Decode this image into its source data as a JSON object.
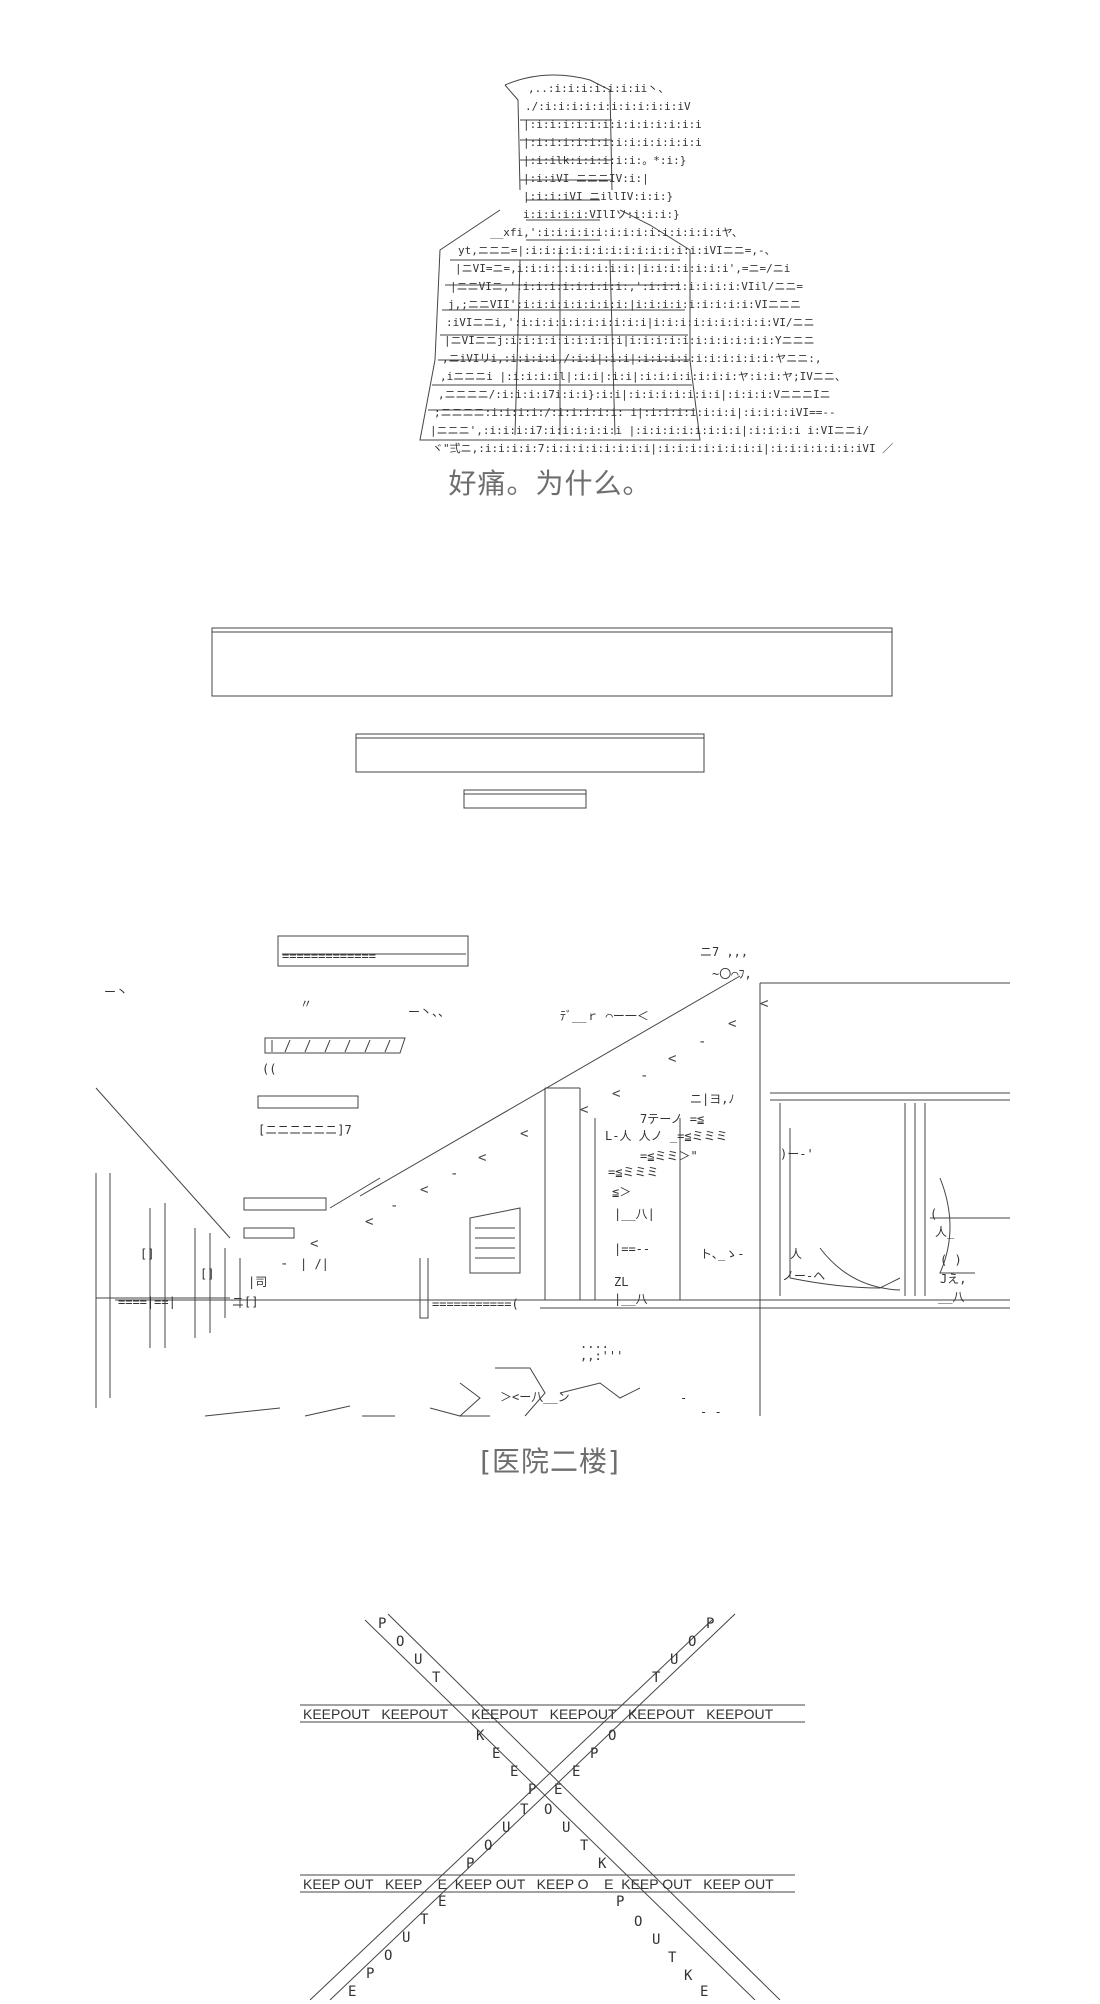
{
  "panel1": {
    "art_name": "hooded-figure-ascii-art",
    "caption": "好痛。为什么。"
  },
  "panel2": {
    "art_name": "stacked-blank-frames"
  },
  "panel3": {
    "art_name": "hospital-corridor-ascii-art",
    "caption": "[医院二楼]"
  },
  "panel4": {
    "art_name": "keep-out-tape-cross",
    "tape_top": "KEEPOUT   KEEPOUT      KEEPOUT   KEEPOUT   KEEPOUT   KEEPOUT",
    "tape_bottom": "KEEP OUT   KEEP    E  KEEP OUT   KEEP O    E  KEEP OUT   KEEP OUT"
  }
}
